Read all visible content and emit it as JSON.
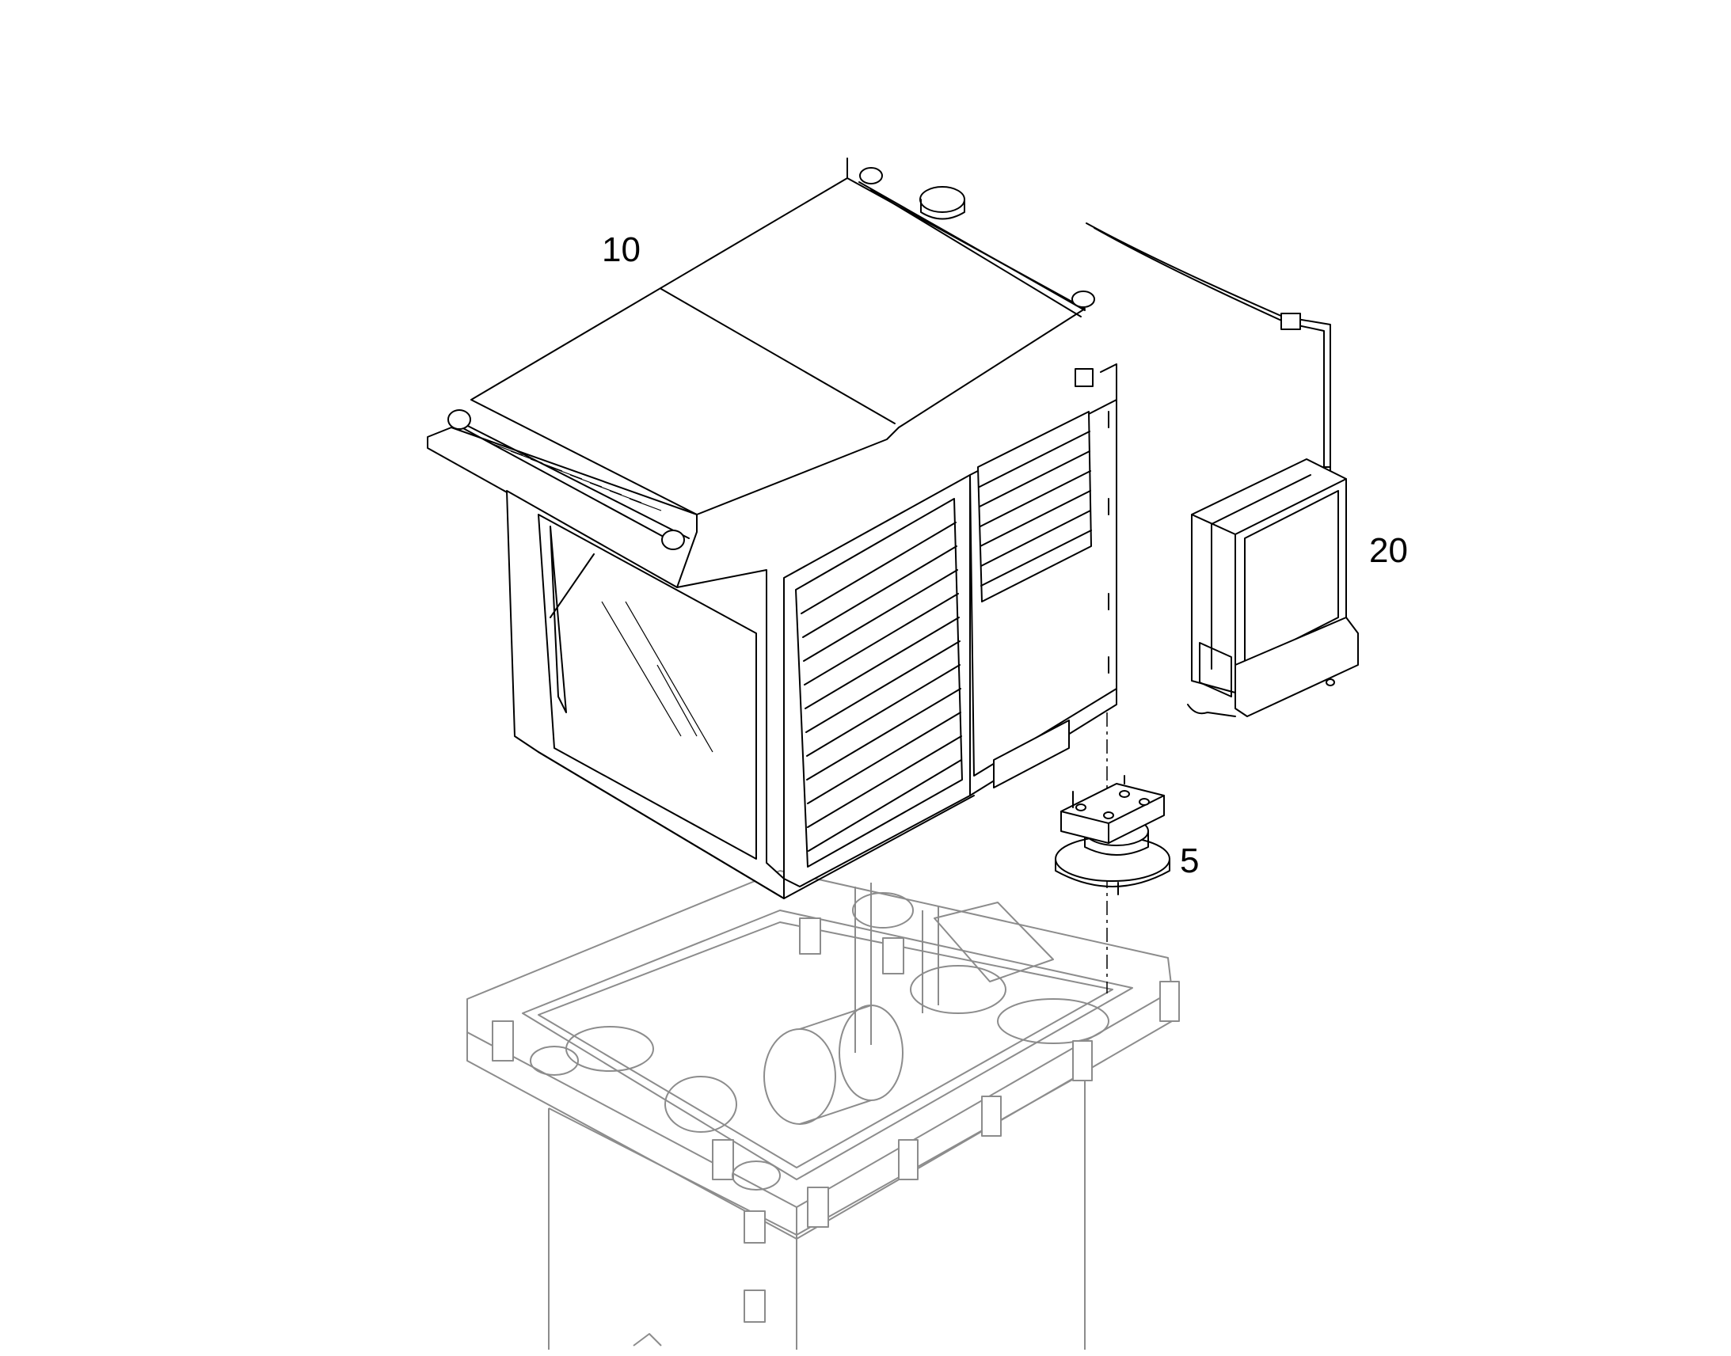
{
  "callouts": {
    "cab": "10",
    "control_cabinet": "20",
    "swivel_mount": "5"
  },
  "colors": {
    "line": "#000000",
    "ghost_line": "#8c8c8c",
    "background": "#ffffff"
  }
}
